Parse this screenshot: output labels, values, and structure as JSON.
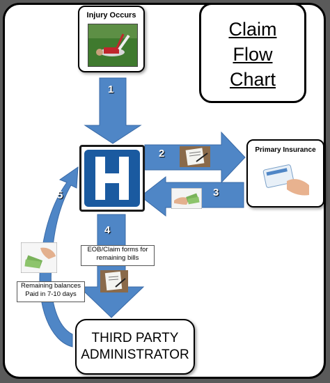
{
  "title": {
    "lines": [
      "Claim",
      "Flow",
      "Chart"
    ]
  },
  "nodes": {
    "injury": {
      "label": "Injury Occurs"
    },
    "insurance": {
      "label": "Primary Insurance"
    },
    "tpa": {
      "line1": "THIRD PARTY",
      "line2": "ADMINISTRATOR"
    }
  },
  "steps": [
    "1",
    "2",
    "3",
    "4",
    "5"
  ],
  "captions": {
    "eob": {
      "line1": "EOB/Claim forms for",
      "line2": "remaining bills"
    },
    "balances": {
      "line1": "Remaining balances",
      "line2": "Paid in 7-10 days"
    }
  },
  "colors": {
    "arrow": "#4f86c6",
    "arrow_edge": "#3a6aa6",
    "hospital": "#1a5aa0"
  }
}
